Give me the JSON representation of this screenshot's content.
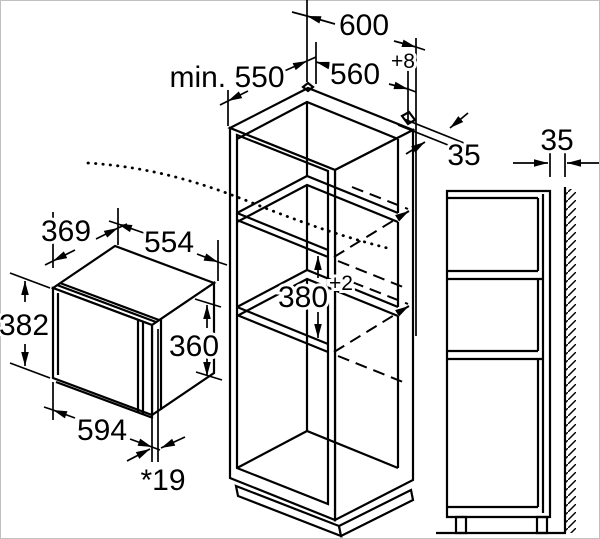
{
  "figure": {
    "kind": "built-in appliance installation drawing",
    "background_color": "#ffffff",
    "line_color": "#000000",
    "border_color": "#c0c0c0"
  },
  "dimensions": {
    "cabinet_width": "600",
    "niche_depth_min": "min. 550",
    "niche_width": "560",
    "niche_width_tolerance": "+8",
    "rear_clearance": "35",
    "wall_clearance": "35",
    "appliance_depth": "369",
    "appliance_width_top": "554",
    "appliance_front_height": "382",
    "appliance_body_height": "360",
    "appliance_front_width": "594",
    "door_protrusion": "*19",
    "niche_height": "380",
    "niche_height_tolerance": "+2"
  }
}
